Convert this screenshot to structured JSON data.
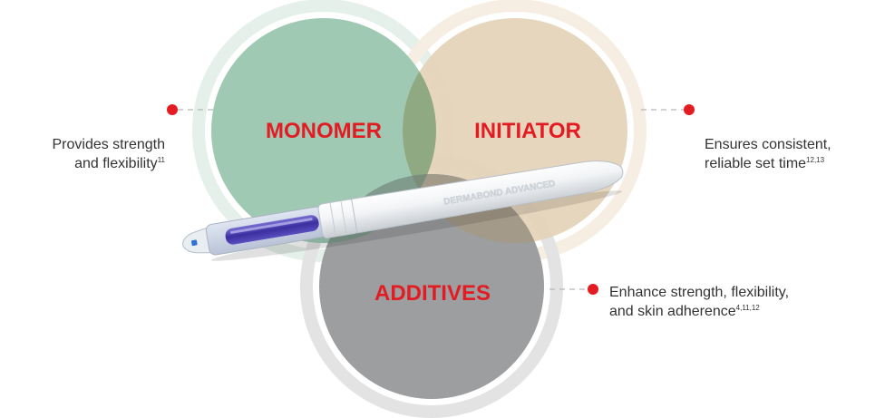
{
  "colors": {
    "accent_red": "#e31c23",
    "monomer_fill": "#9fc9b3",
    "monomer_ring": "#e5f0ea",
    "initiator_fill": "#e5d3b9",
    "initiator_ring": "#f6eee2",
    "additives_fill": "#9c9e9f",
    "additives_ring": "#e3e3e3",
    "overlap_fill": "#7a8c7a",
    "text": "#333333",
    "dash_line": "#b8b8b8"
  },
  "circles": {
    "monomer": {
      "label": "MONOMER"
    },
    "initiator": {
      "label": "INITIATOR"
    },
    "additives": {
      "label": "ADDITIVES"
    }
  },
  "device": {
    "name": "pen-applicator",
    "imprint": "DERMABOND ADVANCED"
  },
  "callouts": {
    "monomer": {
      "line1": "Provides strength",
      "line2": "and flexibility",
      "refs": "11"
    },
    "initiator": {
      "line1": "Ensures consistent,",
      "line2": "reliable set time",
      "refs": "12,13"
    },
    "additives": {
      "line1": "Enhance strength, flexibility,",
      "line2": "and skin adherence",
      "refs": "4,11,12"
    }
  }
}
